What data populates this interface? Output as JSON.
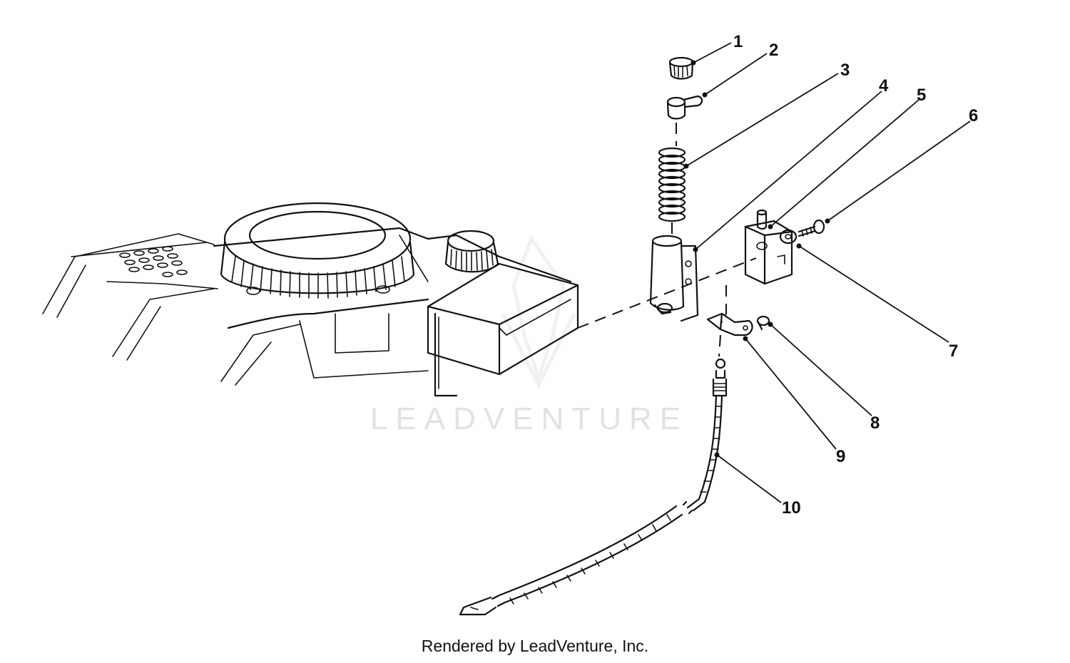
{
  "diagram": {
    "callouts": [
      "1",
      "2",
      "3",
      "4",
      "5",
      "6",
      "7",
      "8",
      "9",
      "10"
    ],
    "watermark": "LEADVENTURE"
  },
  "footer": {
    "credit": "Rendered by LeadVenture, Inc."
  },
  "colors": {
    "ink": "#111111",
    "watermark": "#e2e2e2",
    "background": "#ffffff"
  }
}
